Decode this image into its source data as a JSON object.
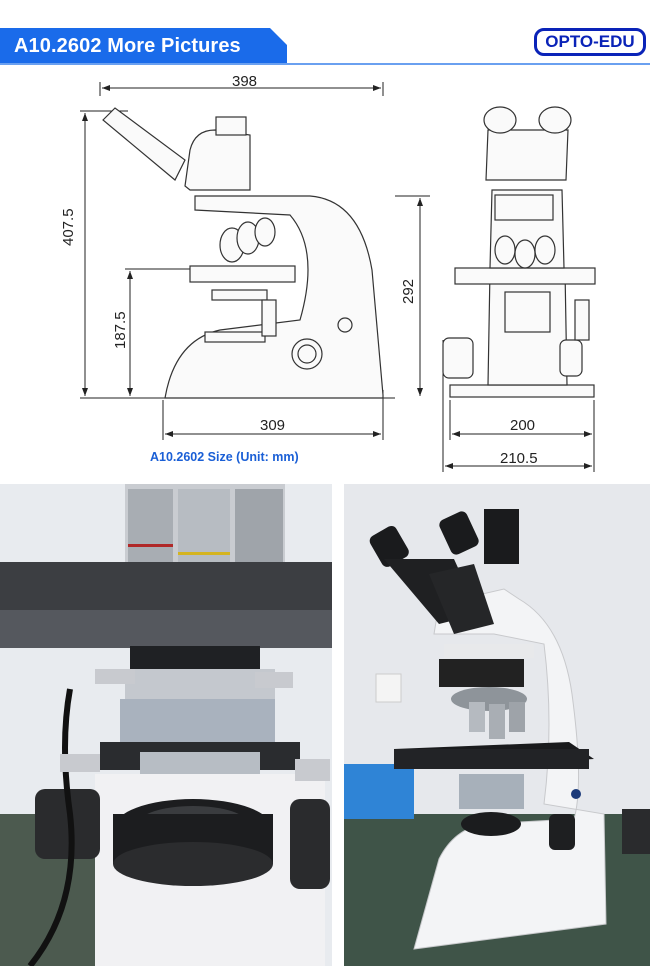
{
  "header": {
    "title": "A10.2602 More Pictures",
    "logo_text": "OPTO-EDU",
    "accent_color": "#1a6bea",
    "logo_color": "#0a23b8"
  },
  "drawing": {
    "side_view": {
      "overall_width": "398",
      "overall_height": "407.5",
      "stage_height": "187.5",
      "base_depth": "309"
    },
    "front_view": {
      "head_height": "292",
      "base_width": "200",
      "overall_width": "210.5"
    },
    "caption": "A10.2602 Size (Unit: mm)"
  },
  "photos": [
    {
      "name": "condenser-closeup",
      "description": "Close-up of condenser, objectives and stage"
    },
    {
      "name": "microscope-full-view",
      "description": "Trinocular microscope on lab bench"
    }
  ]
}
